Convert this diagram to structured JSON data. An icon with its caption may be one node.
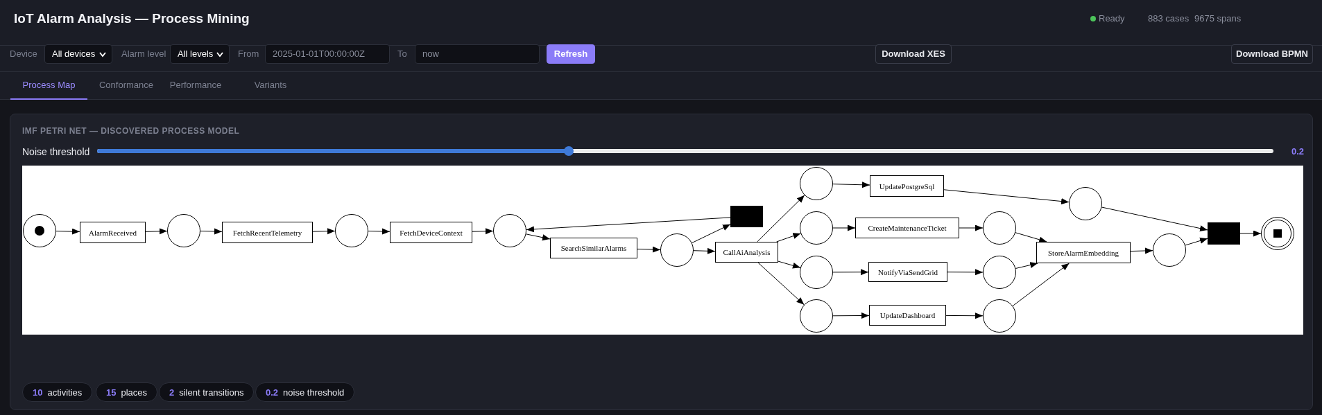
{
  "diagram": {
    "title": "IoT Alarm Analysis — Process Mining",
    "nodes": [
      {
        "text": [],
        "shape": "circle"
      },
      {
        "text": [
          "AlarmReceived"
        ]
      },
      {
        "text": [],
        "shape": "circle"
      },
      {
        "text": [
          "FetchRecentTelemetry"
        ]
      },
      {
        "text": [],
        "shape": "circle"
      },
      {
        "text": [
          "FetchDeviceContext"
        ]
      },
      {
        "text": [],
        "shape": "circle"
      },
      {
        "text": [],
        "shape": "box"
      },
      {
        "text": [
          "SearchSimilarAlarms"
        ]
      },
      {
        "text": [],
        "shape": "circle"
      },
      {
        "text": [
          "CallAiAnalysis"
        ]
      },
      {
        "text": [],
        "shape": "circle"
      },
      {
        "text": [
          "UpdatePostgreSql"
        ]
      },
      {
        "text": [],
        "shape": "circle"
      },
      {
        "text": [
          "CreateMaintenanceTicket"
        ]
      },
      {
        "text": [],
        "shape": "circle"
      },
      {
        "text": [
          "NotifyViaSendGrid"
        ]
      },
      {
        "text": [],
        "shape": "circle"
      },
      {
        "text": [
          "UpdateDashboard"
        ]
      },
      {
        "text": [],
        "shape": "circle"
      },
      {
        "text": [],
        "shape": "circle"
      },
      {
        "text": [],
        "shape": "circle"
      },
      {
        "text": [],
        "shape": "circle"
      },
      {
        "text": [
          "StoreAlarmEmbedding"
        ]
      },
      {
        "text": [],
        "shape": "circle"
      },
      {
        "text": [],
        "shape": "box"
      },
      {
        "text": [],
        "shape": "circle"
      }
    ],
    "edges": [
      {
        "from": 0,
        "to": 1,
        "arrow": "to"
      },
      {
        "from": 1,
        "to": 2,
        "arrow": "to"
      },
      {
        "from": 2,
        "to": 3,
        "arrow": "to"
      },
      {
        "from": 3,
        "to": 4,
        "arrow": "to"
      },
      {
        "from": 4,
        "to": 5,
        "arrow": "to"
      },
      {
        "from": 5,
        "to": 6,
        "arrow": "to"
      },
      {
        "from": 6,
        "to": 8,
        "arrow": "to"
      },
      {
        "from": 8,
        "to": 9,
        "arrow": "to"
      },
      {
        "from": 9,
        "to": 7,
        "arrow": "to"
      },
      {
        "from": 7,
        "to": 6,
        "arrow": "to"
      },
      {
        "from": 9,
        "to": 10,
        "arrow": "to"
      },
      {
        "from": 10,
        "to": 11,
        "arrow": "to"
      },
      {
        "from": 10,
        "to": 13,
        "arrow": "to"
      },
      {
        "from": 10,
        "to": 15,
        "arrow": "to"
      },
      {
        "from": 10,
        "to": 17,
        "arrow": "to"
      },
      {
        "from": 11,
        "to": 12,
        "arrow": "to"
      },
      {
        "from": 13,
        "to": 14,
        "arrow": "to"
      },
      {
        "from": 15,
        "to": 16,
        "arrow": "to"
      },
      {
        "from": 17,
        "to": 18,
        "arrow": "to"
      },
      {
        "from": 12,
        "to": 19,
        "arrow": "to"
      },
      {
        "from": 14,
        "to": 20,
        "arrow": "to"
      },
      {
        "from": 16,
        "to": 21,
        "arrow": "to"
      },
      {
        "from": 18,
        "to": 22,
        "arrow": "to"
      },
      {
        "from": 20,
        "to": 23,
        "arrow": "to"
      },
      {
        "from": 21,
        "to": 23,
        "arrow": "to"
      },
      {
        "from": 22,
        "to": 23,
        "arrow": "to"
      },
      {
        "from": 23,
        "to": 24,
        "arrow": "to"
      },
      {
        "from": 19,
        "to": 25,
        "arrow": "to"
      },
      {
        "from": 24,
        "to": 25,
        "arrow": "to"
      },
      {
        "from": 25,
        "to": 26,
        "arrow": "to"
      }
    ],
    "labels": [
      "Ready",
      "883 cases",
      "9675 spans",
      "Device",
      "All devices",
      "Alarm level",
      "All levels",
      "From",
      "2025-01-01T00:00:00Z",
      "To",
      "now",
      "Refresh",
      "Download XES",
      "Download BPMN",
      "Process Map",
      "Conformance",
      "Performance",
      "Variants",
      "IMF PETRI NET — DISCOVERED PROCESS MODEL",
      "Noise threshold",
      "0.2",
      "10",
      "activities",
      "15",
      "places",
      "2",
      "silent transitions",
      "0.2",
      "noise threshold"
    ]
  }
}
